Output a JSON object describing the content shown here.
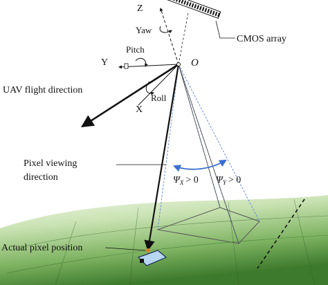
{
  "labels": {
    "z_axis": "Z",
    "yaw": "Yaw",
    "cmos_array": "CMOS array",
    "pitch": "Pitch",
    "y_axis": "Y",
    "origin": "O",
    "uav_flight_direction": "UAV flight direction",
    "roll": "Roll",
    "x_axis": "X",
    "pixel_viewing_direction_line1": "Pixel viewing",
    "pixel_viewing_direction_line2": "direction",
    "psi_x": "Ψ",
    "psi_x_sub": "X",
    "psi_x_cond": "> 0",
    "psi_y": "Ψ",
    "psi_y_sub": "Y",
    "psi_y_cond": "> 0",
    "actual_pixel_position": "Actual pixel position"
  },
  "colors": {
    "terrain_light": "#eef6e6",
    "terrain_mid": "#a9cf8e",
    "terrain_dark": "#4f8a3a",
    "fov_lines": "#6b8fd6",
    "angle_arc": "#3b6fd1",
    "pixel_patch": "#b7d7f0",
    "pixel_marker": "#e07b2a",
    "axis_black": "#111111"
  }
}
